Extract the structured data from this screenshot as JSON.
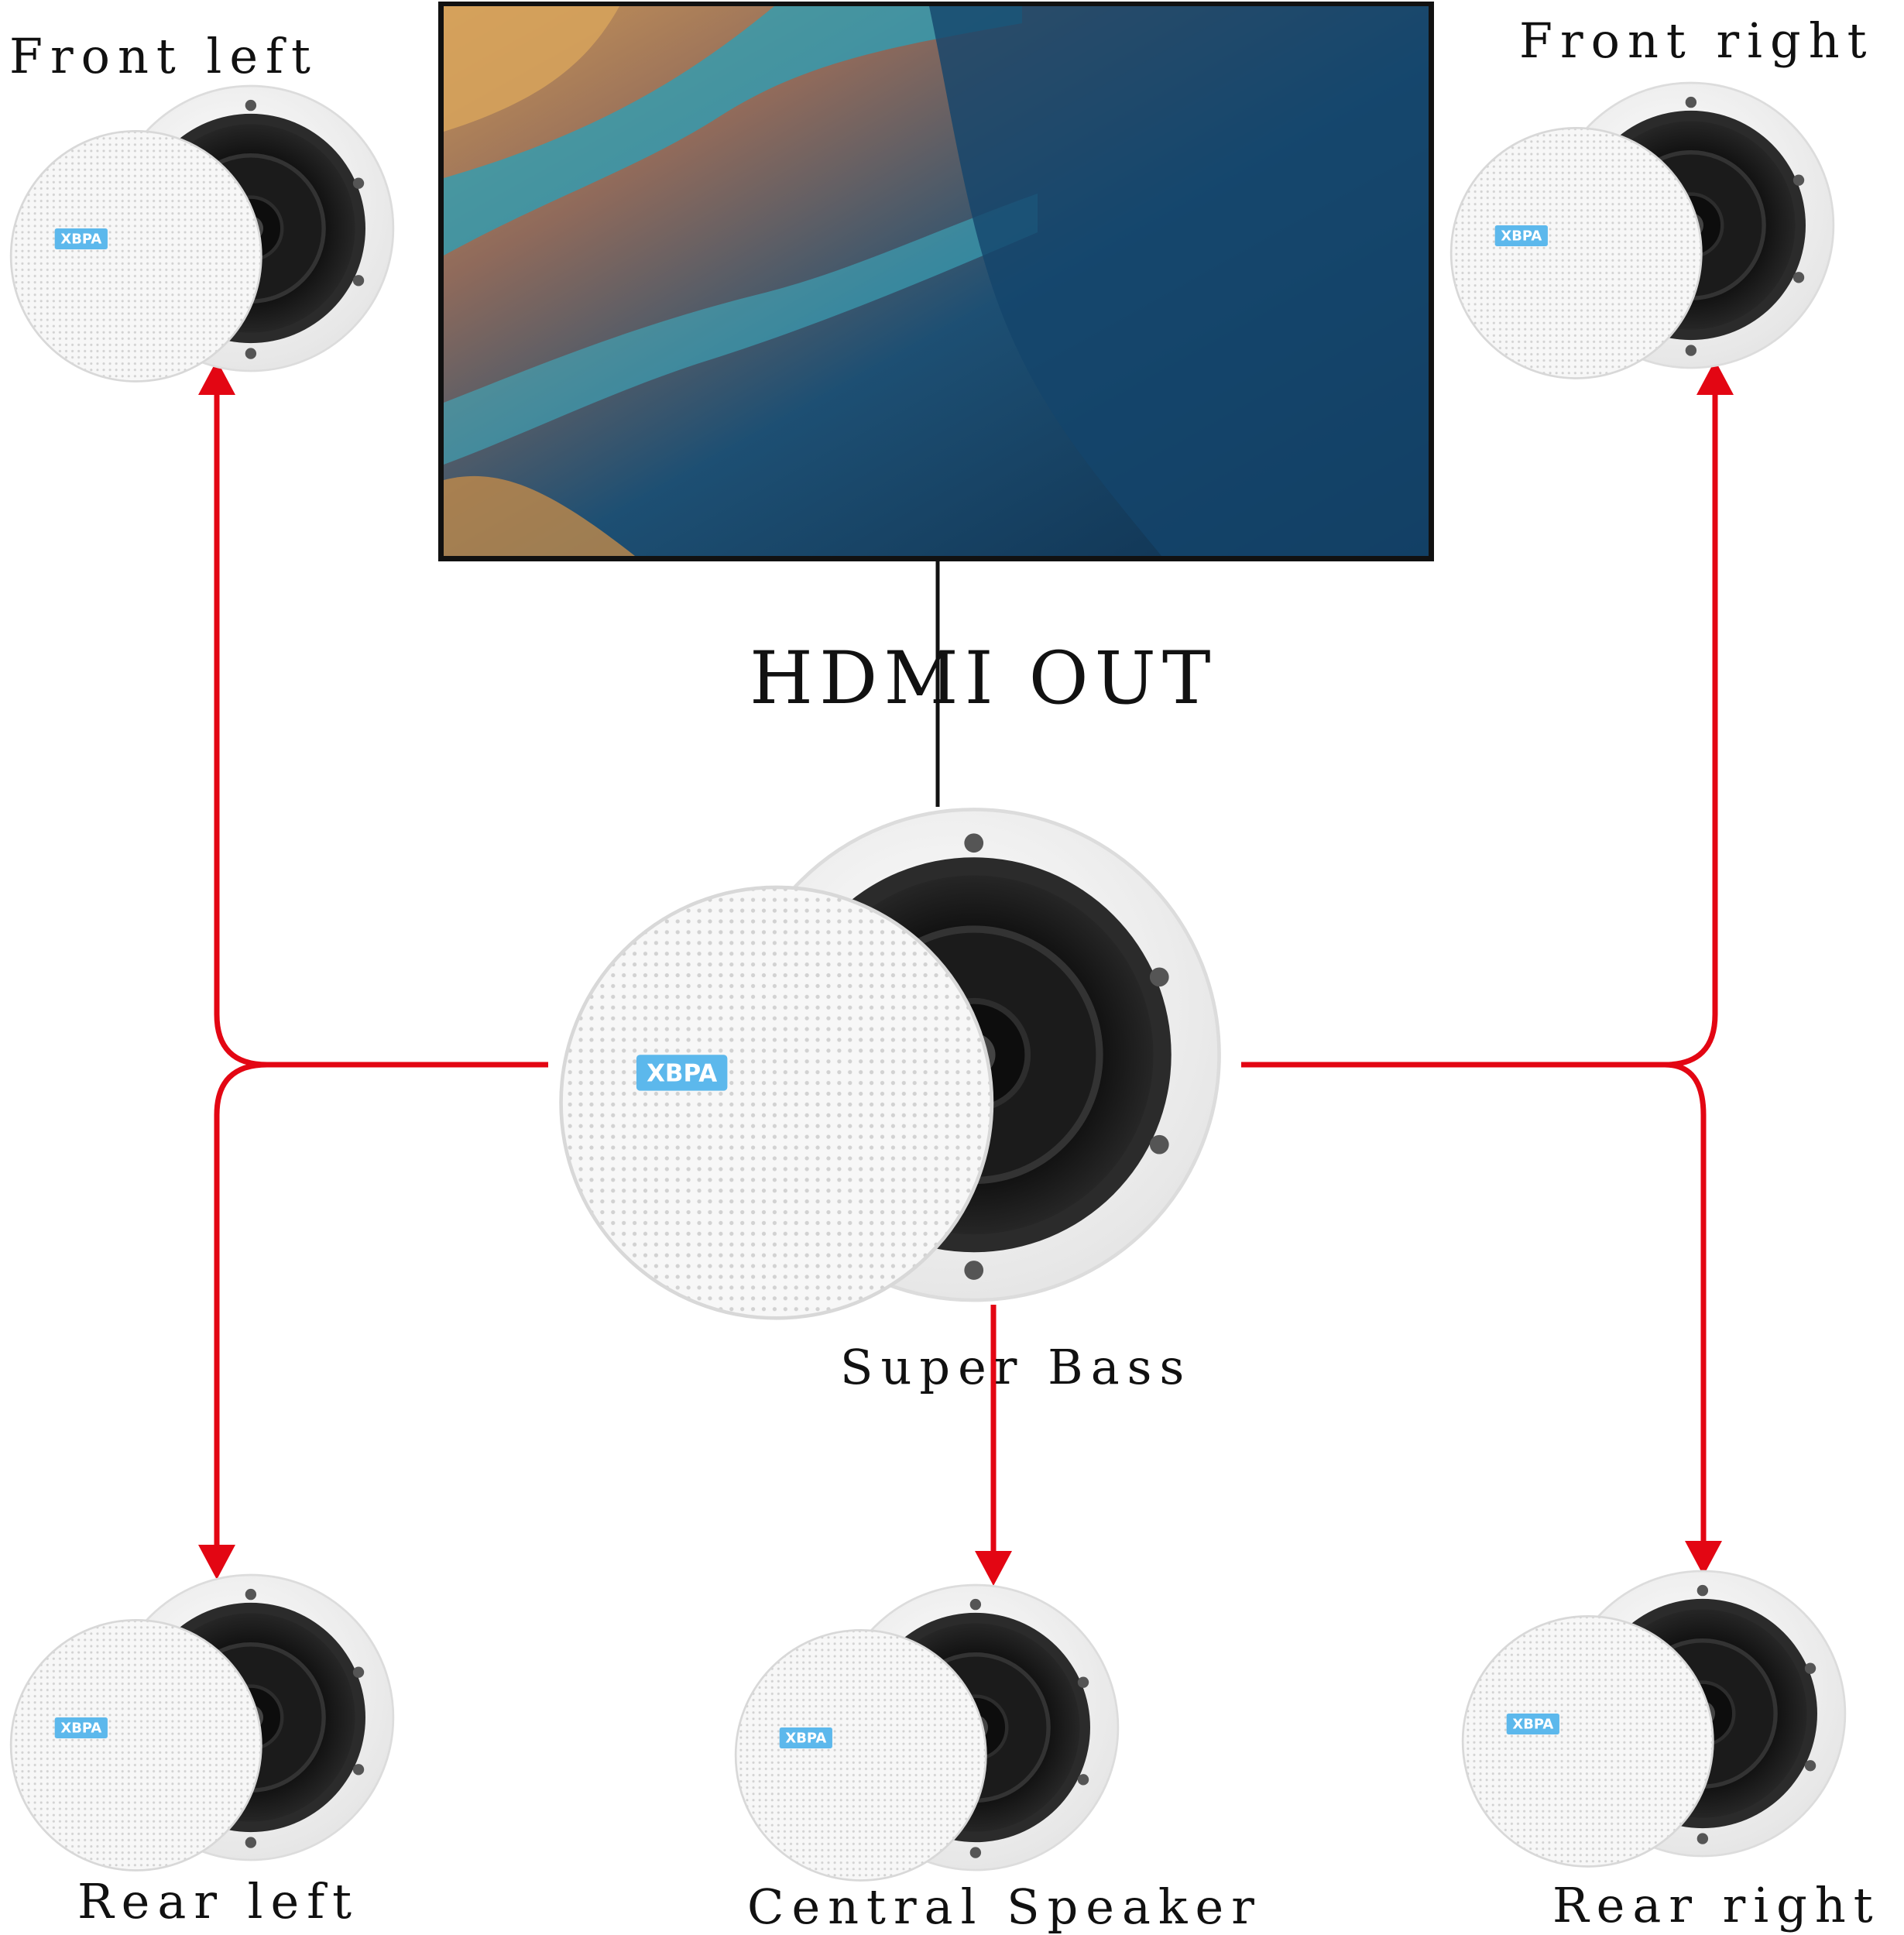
{
  "labels": {
    "front_left": "Front left",
    "front_right": "Front right",
    "hdmi_out": "HDMI OUT",
    "super_bass": "Super Bass",
    "rear_left": "Rear left",
    "central_speaker": "Central Speaker",
    "rear_right": "Rear right"
  },
  "speaker_brand": "XBPA",
  "colors": {
    "arrow": "#e30613",
    "cable": "#111111",
    "brand_badge": "#5cb8ec",
    "speaker_rim": "#f3f3f3",
    "driver": "#161616"
  },
  "icons": {
    "tv": "tv-screen-icon",
    "speaker": "ceiling-speaker-icon"
  }
}
